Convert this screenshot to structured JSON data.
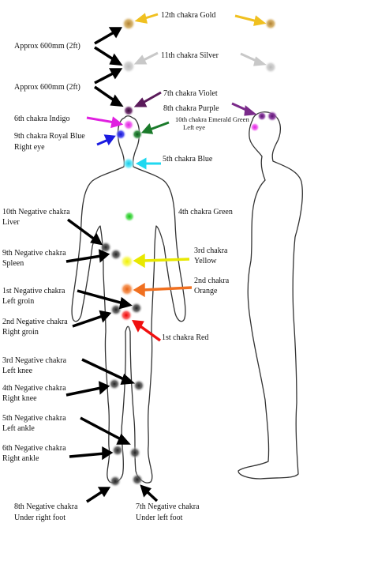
{
  "labels": {
    "approx_upper": "Approx 600mm (2ft)",
    "approx_lower": "Approx 600mm (2ft)",
    "c12": "12th chakra  Gold",
    "c11": "11th chakra  Silver",
    "c7": "7th chakra  Violet",
    "c8": "8th chakra  Purple",
    "c6": "6th chakra  Indigo",
    "c10_line1": "10th chakra  Emerald Green",
    "c10_line2": "Left eye",
    "c9_line1": "9th chakra  Royal Blue",
    "c9_line2": "Right eye",
    "c5": "5th chakra  Blue",
    "c4": "4th chakra Green",
    "n10_line1": "10th Negative chakra",
    "n10_line2": "Liver",
    "n9_line1": "9th Negative chakra",
    "n9_line2": "Spleen",
    "c3_line1": "3rd chakra",
    "c3_line2": "Yellow",
    "c2_line1": "2nd chakra",
    "c2_line2": "Orange",
    "n1_line1": "1st Negative chakra",
    "n1_line2": "Left groin",
    "n2_line1": "2nd Negative chakra",
    "n2_line2": "Right groin",
    "c1": "1st chakra  Red",
    "n3_line1": "3rd Negative chakra",
    "n3_line2": "Left knee",
    "n4_line1": "4th Negative chakra",
    "n4_line2": "Right knee",
    "n5_line1": "5th Negative chakra",
    "n5_line2": "Left ankle",
    "n6_line1": "6th Negative chakra",
    "n6_line2": "Right ankle",
    "n8_line1": "8th Negative chakra",
    "n8_line2": "Under right foot",
    "n7_line1": "7th Negative chakra",
    "n7_line2": "Under left foot"
  },
  "colors": {
    "gold": "#c8a050",
    "silver": "#c0c0c0",
    "violet": "#5a1a5a",
    "purple": "#7a2a8a",
    "magenta": "#e040e0",
    "emerald": "#1a7a2a",
    "royal_blue": "#2020e0",
    "cyan": "#20d8f0",
    "green": "#30d030",
    "yellow": "#f0f000",
    "orange": "#f07020",
    "red": "#f01010",
    "negative": "#333333",
    "black": "#000000"
  }
}
